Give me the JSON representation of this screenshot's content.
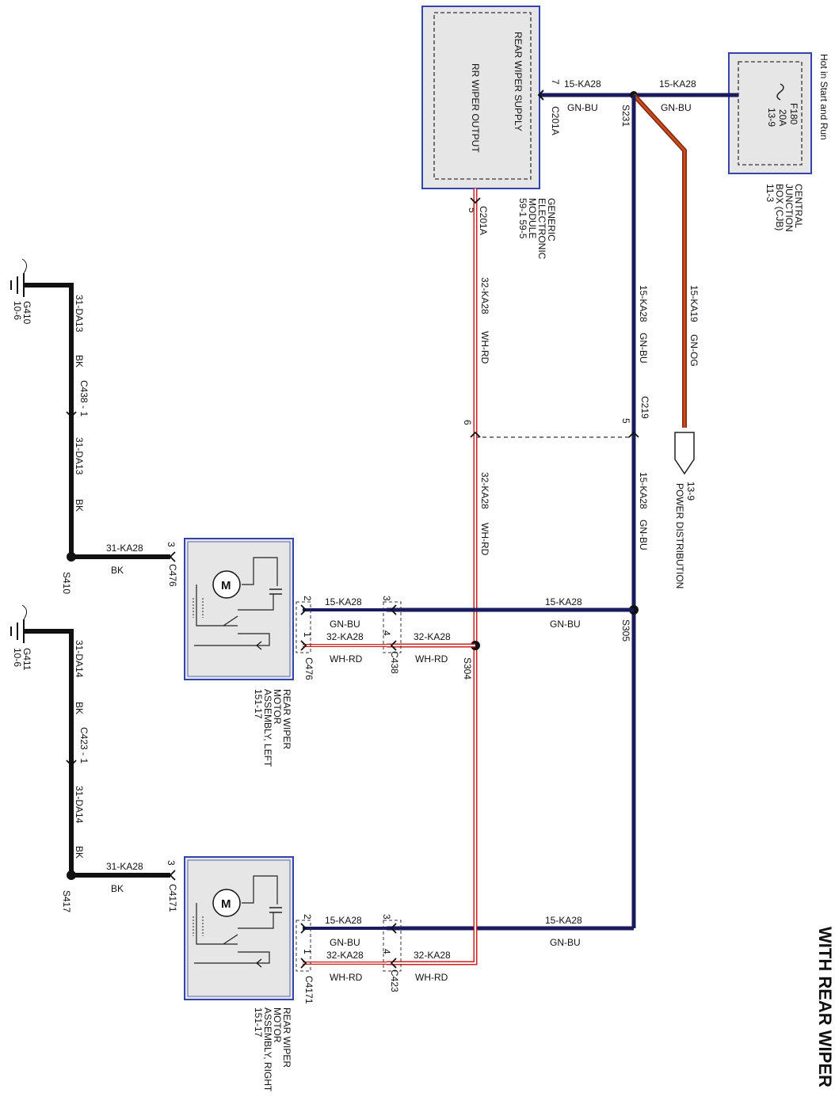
{
  "title": "WITH REAR WIPER",
  "hot_label": "Hot in Start and Run",
  "fuse": {
    "id": "F180",
    "rating": "20A",
    "ref": "13-9"
  },
  "cjb": {
    "name": "CENTRAL JUNCTION BOX (CJB)",
    "ref": "11-3"
  },
  "gem": {
    "supply_label": "REAR WIPER SUPPLY",
    "output_label": "RR WIPER OUTPUT",
    "name": "GENERIC ELECTRONIC MODULE",
    "ref": "59-1 59-5",
    "supply_pin": "7",
    "output_pin": "5",
    "connector": "C201A"
  },
  "splices": {
    "s231": "S231",
    "s305": "S305",
    "s304": "S304",
    "s410": "S410",
    "s417": "S417"
  },
  "power_dist": {
    "ref": "13-9",
    "label": "POWER DISTRIBUTION"
  },
  "c219": {
    "name": "C219",
    "pin_a": "5",
    "pin_b": "6"
  },
  "wires": {
    "ka28_15": "15-KA28",
    "ka19_15": "15-KA19",
    "ka28_32": "32-KA28",
    "ka28_31": "31-KA28",
    "da13_31": "31-DA13",
    "da14_31": "31-DA14",
    "gnbu": "GN-BU",
    "gnog": "GN-OG",
    "whrd": "WH-RD",
    "bk": "BK"
  },
  "grounds": {
    "g410": "G410",
    "g410_ref": "10-6",
    "g411": "G411",
    "g411_ref": "10-6",
    "c438_1": "C438 - 1",
    "c423_1": "C423 - 1"
  },
  "motor_left": {
    "name": "REAR WIPER MOTOR ASSEMBLY, LEFT",
    "ref": "151-17",
    "connector": "C476",
    "inline": "C438",
    "pin1": "1",
    "pin2": "2",
    "pin3": "3",
    "pin4": "4",
    "symbol": "M"
  },
  "motor_right": {
    "name": "REAR WIPER MOTOR ASSEMBLY, RIGHT",
    "ref": "151-17",
    "connector": "C4171",
    "inline": "C423",
    "pin1": "1",
    "pin2": "2",
    "pin3": "3",
    "pin4": "4",
    "symbol": "M"
  },
  "colors": {
    "gnbu_a": "#1a1a5e",
    "gnbu_b": "#2a2a8a",
    "red": "#cc2222",
    "orange": "#c8501e",
    "box_border": "#3344aa",
    "box_fill": "#e6e6e6"
  }
}
